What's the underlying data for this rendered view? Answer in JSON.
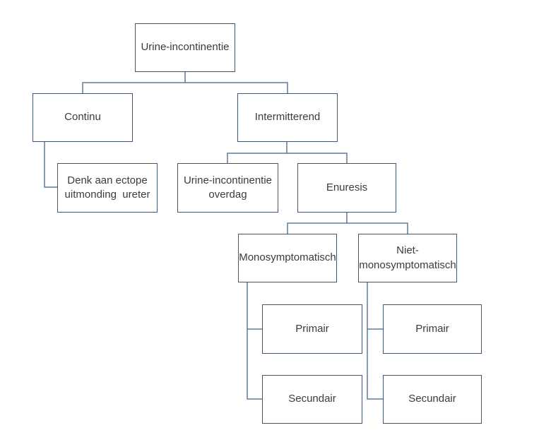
{
  "diagram": {
    "type": "flowchart",
    "language": "nl",
    "colors": {
      "background": "#ffffff",
      "box_border": "#44546a",
      "connector": "#5b7b9c",
      "text": "#3b3b3b"
    },
    "nodes": {
      "root": {
        "label": "Urine-incontinentie"
      },
      "continu": {
        "label": "Continu"
      },
      "intermitterend": {
        "label": "Intermitterend"
      },
      "ectope": {
        "label": "Denk aan ectope\nuitmonding  ureter"
      },
      "overdag": {
        "label": "Urine-incontinentie\noverdag"
      },
      "enuresis": {
        "label": "Enuresis"
      },
      "mono": {
        "label": "Monosymptomatisch"
      },
      "niet_mono": {
        "label": "Niet-\nmonosymptomatisch"
      },
      "mono_primair": {
        "label": "Primair"
      },
      "mono_secundair": {
        "label": "Secundair"
      },
      "niet_mono_primair": {
        "label": "Primair"
      },
      "niet_mono_secundair": {
        "label": "Secundair"
      }
    },
    "edges": [
      {
        "from": "root",
        "to": "continu"
      },
      {
        "from": "root",
        "to": "intermitterend"
      },
      {
        "from": "continu",
        "to": "ectope"
      },
      {
        "from": "intermitterend",
        "to": "overdag"
      },
      {
        "from": "intermitterend",
        "to": "enuresis"
      },
      {
        "from": "enuresis",
        "to": "mono"
      },
      {
        "from": "enuresis",
        "to": "niet_mono"
      },
      {
        "from": "mono",
        "to": "mono_primair"
      },
      {
        "from": "mono",
        "to": "mono_secundair"
      },
      {
        "from": "niet_mono",
        "to": "niet_mono_primair"
      },
      {
        "from": "niet_mono",
        "to": "niet_mono_secundair"
      }
    ]
  }
}
